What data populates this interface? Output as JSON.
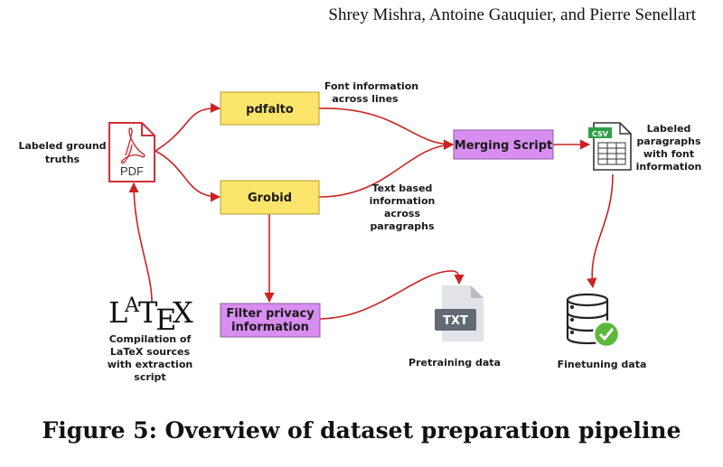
{
  "header": {
    "authors": "Shrey Mishra, Antoine Gauquier, and Pierre Senellart"
  },
  "figure": {
    "caption": "Figure 5: Overview of dataset preparation pipeline",
    "nodes": {
      "pdfalto": "pdfalto",
      "grobid": "Grobid",
      "merging": "Merging Script",
      "filter_l1": "Filter privacy",
      "filter_l2": "information"
    },
    "icons": {
      "pdf": "PDF",
      "csv": "CSV",
      "txt": "TXT",
      "latex": [
        "L",
        "A",
        "T",
        "E",
        "X"
      ]
    },
    "labels": {
      "ground_truths": [
        "Labeled ground",
        "truths"
      ],
      "font_info": [
        "Font information",
        "across lines"
      ],
      "text_info": [
        "Text based",
        "information",
        "across",
        "paragraphs"
      ],
      "labeled_paragraphs": [
        "Labeled",
        "paragraphs",
        "with font",
        "information"
      ],
      "compilation": [
        "Compilation of",
        "LaTeX sources",
        "with extraction",
        "script"
      ],
      "pretraining": "Pretraining data",
      "finetuning": "Finetuning data"
    },
    "colors": {
      "arrow": "#cc2222",
      "yellow_box": "#fce56b",
      "purple_box": "#d88ef0",
      "icon_grey": "#626b74",
      "check_green": "#5cb83c",
      "csv_green": "#2e9e47"
    }
  }
}
